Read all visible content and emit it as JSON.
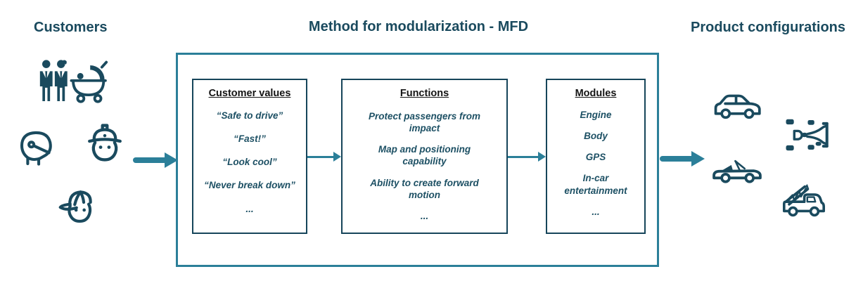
{
  "palette": {
    "navy": "#1a4a5e",
    "teal": "#2b7f99",
    "ink": "#141414",
    "item": "#1d5064",
    "bg": "#ffffff"
  },
  "headings": {
    "customers": "Customers",
    "method": "Method for modularization - MFD",
    "products": "Product configurations"
  },
  "boxes": [
    {
      "title": "Customer values",
      "items": [
        "“Safe to drive”",
        "“Fast!”",
        "“Look cool”",
        "“Never break down”",
        "..."
      ]
    },
    {
      "title": "Functions",
      "items": [
        "Protect passengers from impact",
        "Map and positioning capability",
        "Ability to create forward motion",
        "..."
      ]
    },
    {
      "title": "Modules",
      "items": [
        "Engine",
        "Body",
        "GPS",
        "In-car entertainment",
        "..."
      ]
    }
  ],
  "icons": {
    "customers": [
      "family-with-pram-icon",
      "racing-helmet-icon",
      "construction-worker-icon",
      "kid-with-cap-icon"
    ],
    "products": [
      "suv-car-icon",
      "race-kart-top-view-icon",
      "convertible-car-icon",
      "fire-truck-icon"
    ]
  }
}
